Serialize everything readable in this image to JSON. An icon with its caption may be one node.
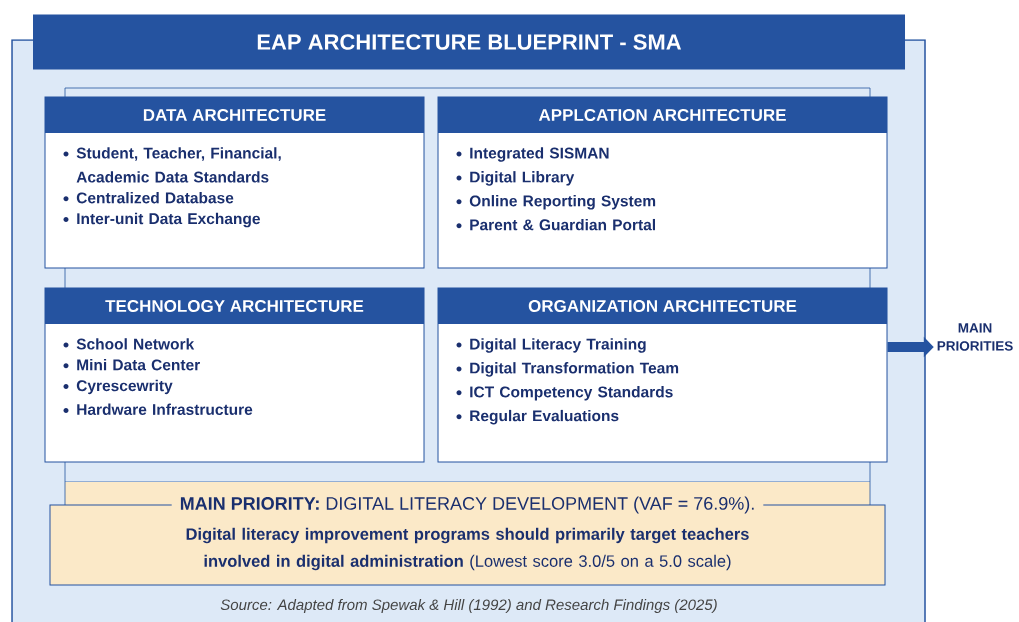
{
  "diagram": {
    "title": "EAP ARCHITECTURE BLUEPRINT - SMA",
    "caption": "Source: Adapted from Spewak & Hill (1992) and Research Findings (2025)",
    "nodes": [
      {
        "text": [
          "DATA ARCHITECTURE",
          "Student, Teacher, Financial, Academic Data Standards",
          "Centralized Database",
          "Inter-unit Data Exchange"
        ]
      },
      {
        "text": [
          "APPLCATION ARCHITECTURE",
          "Integrated SISMAN",
          "Digital Library",
          "Online Reporting System",
          "Parent & Guardian Portal"
        ]
      },
      {
        "text": [
          "TECHNOLOGY ARCHITECTURE",
          "School Network",
          "Mini Data Center",
          "Cyrescewrity",
          "Hardware Infrastructure"
        ]
      },
      {
        "text": [
          "ORGANIZATION ARCHITECTURE",
          "Digital Literacy Training",
          "Digital Transformation Team",
          "ICT Competency Standards",
          "Regular Evaluations"
        ]
      },
      {
        "text": [
          "**MAIN PRIORITY:** DIGITAL LITERACY DEVELOPMENT (VAF = 76.9%).",
          "**Digital literacy improvement programs should primarily target teachers involved in digital administration** (Lowest score 3.0/5 on a 5.0 scale)"
        ]
      },
      {
        "text": [
          "MAIN PRIORITIES"
        ]
      }
    ],
    "edges": [
      {
        "from": 3,
        "to": 5,
        "arrow": "to"
      }
    ]
  }
}
